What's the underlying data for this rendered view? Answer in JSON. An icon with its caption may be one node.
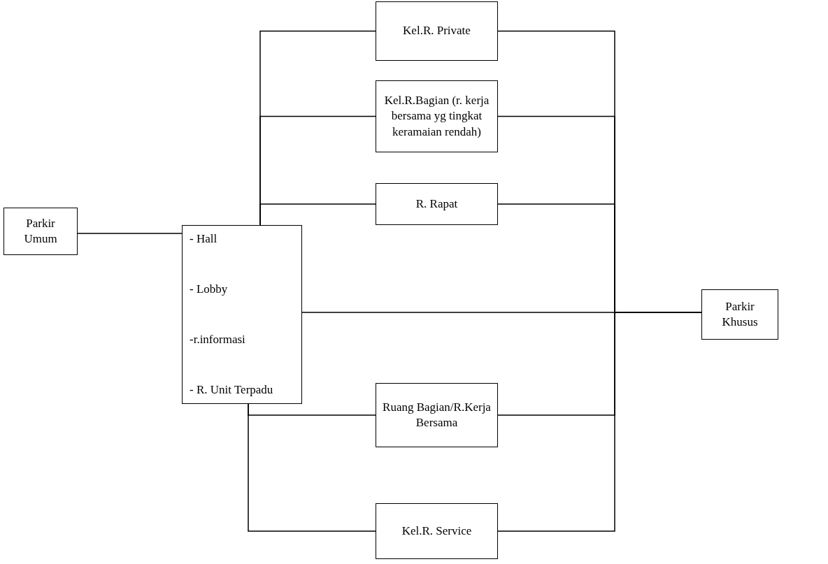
{
  "diagram": {
    "nodes": [
      {
        "text": [
          "Parkir Umum"
        ]
      },
      {
        "text": [
          "- Hall",
          "- Lobby",
          "-r.informasi",
          "- R. Unit Terpadu"
        ]
      },
      {
        "text": [
          "Kel.R. Private"
        ]
      },
      {
        "text": [
          "Kel.R.Bagian (r. kerja bersama yg tingkat keramaian rendah)"
        ]
      },
      {
        "text": [
          "R. Rapat"
        ]
      },
      {
        "text": [
          "Ruang Bagian/R.Kerja Bersama"
        ]
      },
      {
        "text": [
          "Kel.R. Service"
        ]
      },
      {
        "text": [
          "Parkir Khusus"
        ]
      }
    ],
    "edges": [
      {
        "from": 0,
        "to": 1,
        "arrow": "none"
      },
      {
        "from": 1,
        "to": 7,
        "arrow": "none"
      },
      {
        "from": 1,
        "to": 2,
        "arrow": "none"
      },
      {
        "from": 1,
        "to": 3,
        "arrow": "none"
      },
      {
        "from": 1,
        "to": 4,
        "arrow": "none"
      },
      {
        "from": 1,
        "to": 5,
        "arrow": "none"
      },
      {
        "from": 1,
        "to": 6,
        "arrow": "none"
      },
      {
        "from": 2,
        "to": 7,
        "arrow": "none"
      },
      {
        "from": 3,
        "to": 7,
        "arrow": "none"
      },
      {
        "from": 4,
        "to": 7,
        "arrow": "none"
      },
      {
        "from": 5,
        "to": 7,
        "arrow": "none"
      },
      {
        "from": 6,
        "to": 7,
        "arrow": "none"
      }
    ]
  }
}
